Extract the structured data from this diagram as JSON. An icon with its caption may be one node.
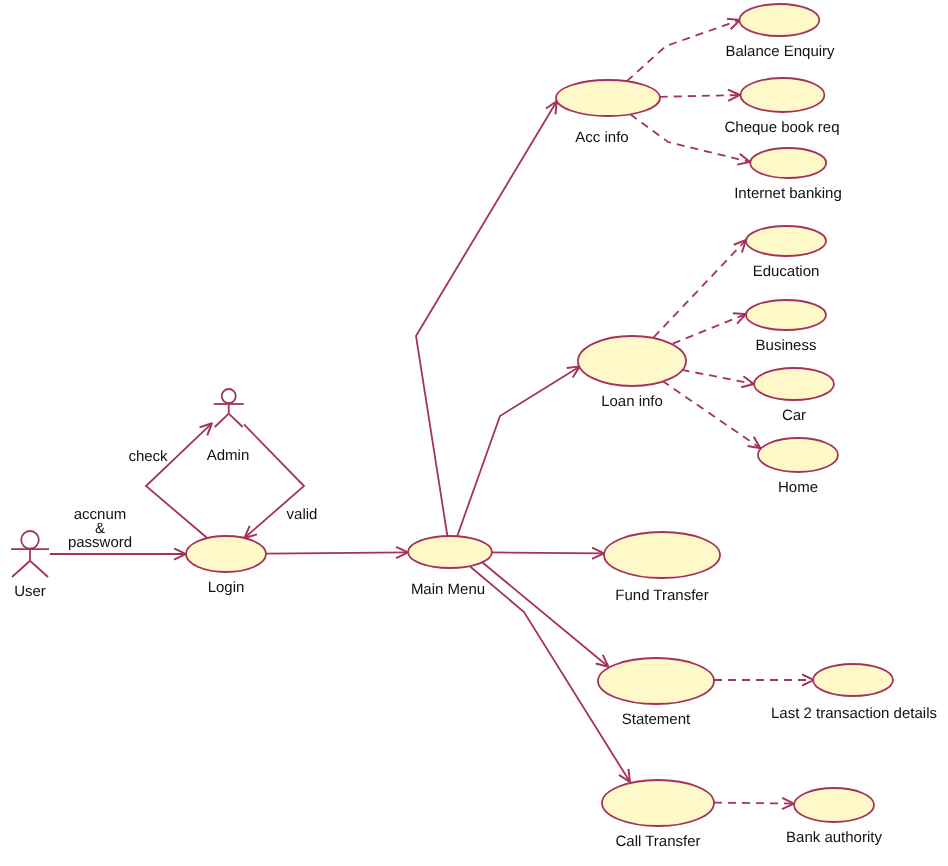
{
  "diagram": {
    "nodes": [
      {
        "text": [
          "User"
        ]
      },
      {
        "text": [
          "Admin"
        ]
      },
      {
        "text": [
          "Login"
        ]
      },
      {
        "text": [
          "Main Menu"
        ]
      },
      {
        "text": [
          "Acc info"
        ]
      },
      {
        "text": [
          "Balance Enquiry"
        ]
      },
      {
        "text": [
          "Cheque book req"
        ]
      },
      {
        "text": [
          "Internet banking"
        ]
      },
      {
        "text": [
          "Loan info"
        ]
      },
      {
        "text": [
          "Education"
        ]
      },
      {
        "text": [
          "Business"
        ]
      },
      {
        "text": [
          "Car"
        ]
      },
      {
        "text": [
          "Home"
        ]
      },
      {
        "text": [
          "Fund Transfer"
        ]
      },
      {
        "text": [
          "Statement"
        ]
      },
      {
        "text": [
          "Last 2 transaction details"
        ]
      },
      {
        "text": [
          "Call Transfer"
        ]
      },
      {
        "text": [
          "Bank authority"
        ]
      }
    ],
    "edges": [
      {
        "from": 0,
        "to": 2,
        "arrow": "to",
        "label": "accnum & password"
      },
      {
        "from": 2,
        "to": 1,
        "arrow": "to",
        "label": "check"
      },
      {
        "from": 1,
        "to": 2,
        "arrow": "to",
        "label": "valid"
      },
      {
        "from": 2,
        "to": 3,
        "arrow": "to"
      },
      {
        "from": 3,
        "to": 4,
        "arrow": "to"
      },
      {
        "from": 3,
        "to": 8,
        "arrow": "to"
      },
      {
        "from": 3,
        "to": 13,
        "arrow": "to"
      },
      {
        "from": 3,
        "to": 14,
        "arrow": "to"
      },
      {
        "from": 3,
        "to": 16,
        "arrow": "to"
      },
      {
        "from": 4,
        "to": 5,
        "arrow": "to",
        "style": "dashed"
      },
      {
        "from": 4,
        "to": 6,
        "arrow": "to",
        "style": "dashed"
      },
      {
        "from": 4,
        "to": 7,
        "arrow": "to",
        "style": "dashed"
      },
      {
        "from": 8,
        "to": 9,
        "arrow": "to",
        "style": "dashed"
      },
      {
        "from": 8,
        "to": 10,
        "arrow": "to",
        "style": "dashed"
      },
      {
        "from": 8,
        "to": 11,
        "arrow": "to",
        "style": "dashed"
      },
      {
        "from": 8,
        "to": 12,
        "arrow": "to",
        "style": "dashed"
      },
      {
        "from": 14,
        "to": 15,
        "arrow": "to",
        "style": "dashed"
      },
      {
        "from": 16,
        "to": 17,
        "arrow": "to",
        "style": "dashed"
      }
    ]
  }
}
